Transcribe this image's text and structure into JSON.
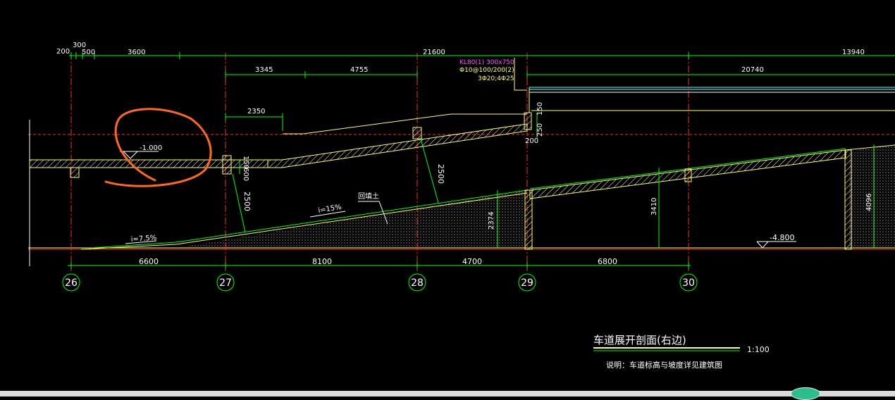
{
  "drawing": {
    "title": "车道展开剖面(右边)",
    "scale": "1:100",
    "note": "说明：车道标高与坡度详见建筑图",
    "top_dims_row1": [
      "200",
      "300",
      "500",
      "3600",
      "21600",
      "13940"
    ],
    "top_dims_row2": [
      "3345",
      "4755",
      "20740"
    ],
    "dim_2350": "2350",
    "beam_label": "KL80(1) 300x750",
    "rebar_label_1": "Φ10@100/200(2)",
    "rebar_label_2": "3Φ20;4Φ25",
    "elevation_left": "-1.000",
    "elevation_right": "-4.800",
    "slope_small": "i=7.5%",
    "slope_main": "i=15%",
    "fill_label": "回填土",
    "vertical_dims": [
      "150",
      "600",
      "2500",
      "2500",
      "150",
      "250",
      "200",
      "2374",
      "3410",
      "4096"
    ],
    "bottom_dims": [
      "6600",
      "8100",
      "4700",
      "6800"
    ],
    "axes": [
      "26",
      "27",
      "28",
      "29",
      "30"
    ]
  },
  "colors": {
    "background": "#000000",
    "axis": "#ff2a2a",
    "dimension": "#00ff00",
    "slab": "#ffff66",
    "hatch": "#ffffff",
    "annotation": "#ff6a1a",
    "beam_text": "#ff55ff",
    "cyan": "#66ffff"
  }
}
